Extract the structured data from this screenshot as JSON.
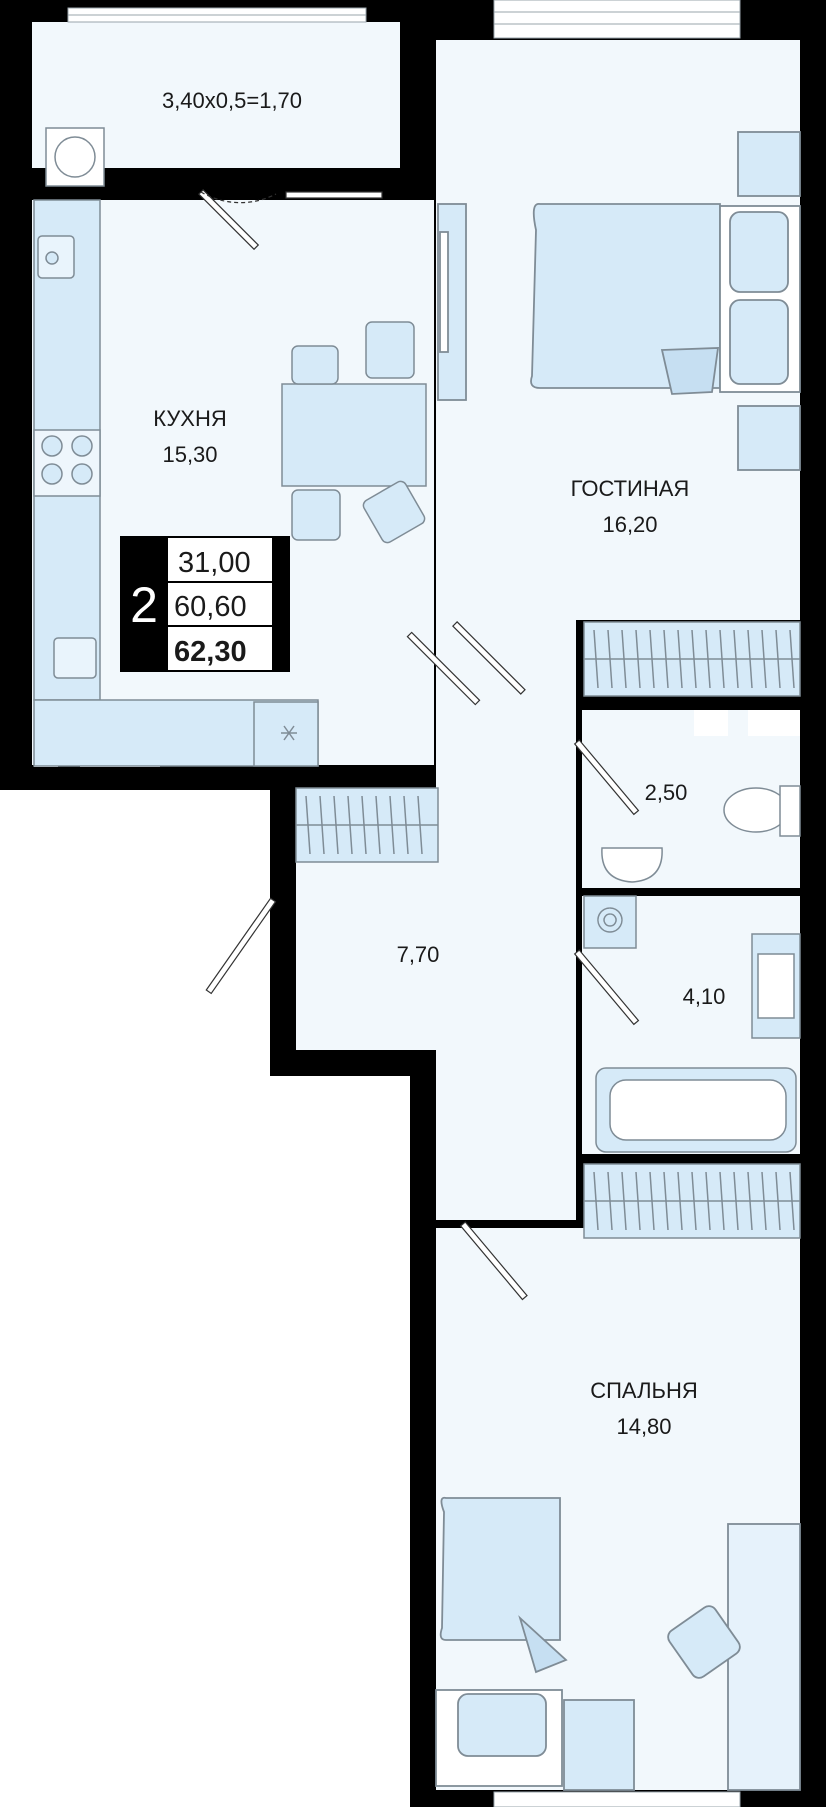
{
  "colors": {
    "wall": "#000000",
    "floor": "#f2f8fc",
    "furniture": "#d6eaf8",
    "furniture_stroke": "#7f8c96",
    "text": "#1a1a1a"
  },
  "balcony": {
    "label": "3,40x0,5=1,70"
  },
  "rooms": {
    "kitchen": {
      "name": "КУХНЯ",
      "area": "15,30"
    },
    "living": {
      "name": "ГОСТИНАЯ",
      "area": "16,20"
    },
    "wc": {
      "area": "2,50"
    },
    "hall": {
      "area": "7,70"
    },
    "bath": {
      "area": "4,10"
    },
    "bedroom": {
      "name": "СПАЛЬНЯ",
      "area": "14,80"
    }
  },
  "info_box": {
    "rooms_count": "2",
    "living_area": "31,00",
    "total_area": "60,60",
    "total_with_balcony": "62,30"
  }
}
